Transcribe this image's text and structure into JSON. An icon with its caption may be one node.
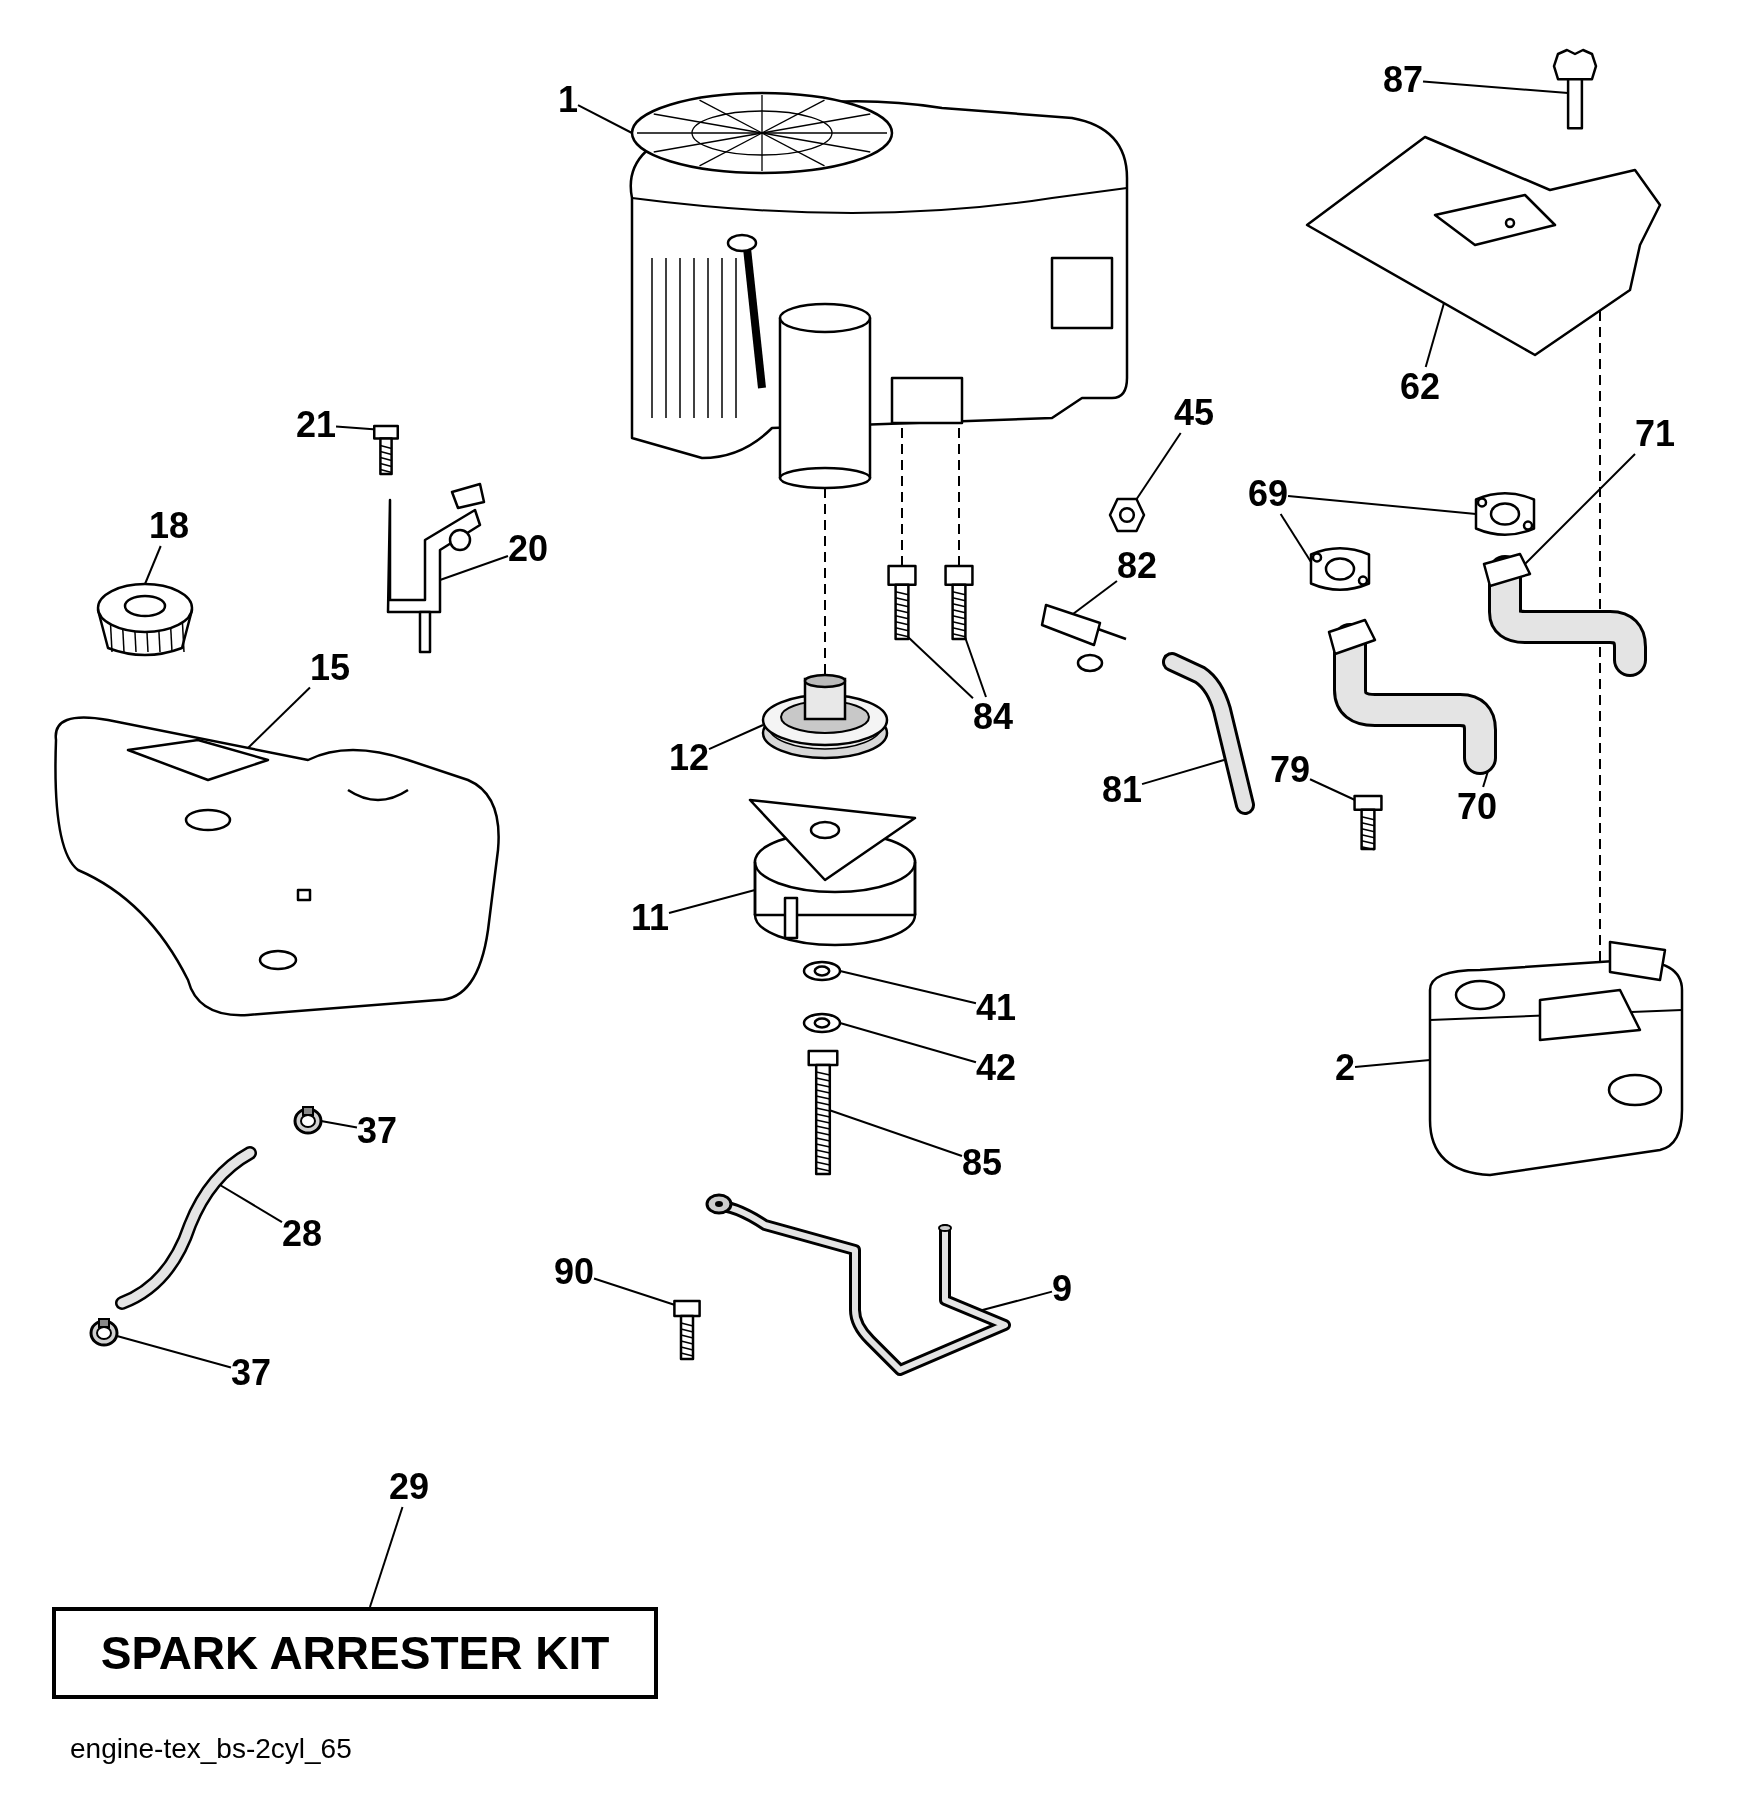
{
  "diagram": {
    "nodes": [
      {
        "text": [
          "87"
        ]
      },
      {
        "text": [],
        "shape": "picture"
      },
      {
        "text": [
          "1"
        ]
      },
      {
        "text": [],
        "shape": "picture"
      },
      {
        "text": [],
        "shape": "picture"
      },
      {
        "text": [
          "62"
        ]
      },
      {
        "text": [
          "45"
        ]
      },
      {
        "text": [],
        "shape": "picture"
      },
      {
        "text": [
          "71"
        ]
      },
      {
        "text": [
          "21"
        ]
      },
      {
        "text": [],
        "shape": "picture"
      },
      {
        "text": [
          "69"
        ]
      },
      {
        "text": [],
        "shape": "picture"
      },
      {
        "text": [],
        "shape": "picture"
      },
      {
        "text": [],
        "shape": "picture"
      },
      {
        "text": [
          "18"
        ]
      },
      {
        "text": [
          "20"
        ]
      },
      {
        "text": [],
        "shape": "picture"
      },
      {
        "text": [
          "82"
        ]
      },
      {
        "text": [],
        "shape": "picture"
      },
      {
        "text": [],
        "shape": "picture"
      },
      {
        "text": [],
        "shape": "picture"
      },
      {
        "text": [],
        "shape": "picture"
      },
      {
        "text": [],
        "shape": "picture"
      },
      {
        "text": [
          "84"
        ]
      },
      {
        "text": [],
        "shape": "picture"
      },
      {
        "text": [
          "12"
        ]
      },
      {
        "text": [
          "15"
        ]
      },
      {
        "text": [],
        "shape": "picture"
      },
      {
        "text": [],
        "shape": "picture"
      },
      {
        "text": [
          "81"
        ]
      },
      {
        "text": [
          "79"
        ]
      },
      {
        "text": [],
        "shape": "picture"
      },
      {
        "text": [
          "70"
        ]
      },
      {
        "text": [],
        "shape": "picture"
      },
      {
        "text": [
          "11"
        ]
      },
      {
        "text": [
          "41"
        ]
      },
      {
        "text": [],
        "shape": "picture"
      },
      {
        "text": [],
        "shape": "picture"
      },
      {
        "text": [
          "42"
        ]
      },
      {
        "text": [
          "2"
        ]
      },
      {
        "text": [],
        "shape": "picture"
      },
      {
        "text": [
          "37"
        ]
      },
      {
        "text": [],
        "shape": "picture"
      },
      {
        "text": [],
        "shape": "picture"
      },
      {
        "text": [],
        "shape": "picture"
      },
      {
        "text": [
          "85"
        ]
      },
      {
        "text": [
          "28"
        ]
      },
      {
        "text": [],
        "shape": "picture"
      },
      {
        "text": [
          "90"
        ]
      },
      {
        "text": [],
        "shape": "picture"
      },
      {
        "text": [
          "9"
        ]
      },
      {
        "text": [],
        "shape": "picture"
      },
      {
        "text": [
          "37"
        ]
      },
      {
        "text": [
          "29"
        ]
      },
      {
        "text": [
          "SPARK ARRESTER KIT"
        ]
      }
    ],
    "edges": [
      {
        "from": 0,
        "to": 1,
        "arrow": "none"
      },
      {
        "from": 2,
        "to": 3,
        "arrow": "none"
      },
      {
        "from": 5,
        "to": 4,
        "arrow": "none"
      },
      {
        "from": 6,
        "to": 7,
        "arrow": "none"
      },
      {
        "from": 8,
        "to": 14,
        "arrow": "none"
      },
      {
        "from": 9,
        "to": 10,
        "arrow": "none"
      },
      {
        "from": 11,
        "to": 12,
        "arrow": "none"
      },
      {
        "from": 11,
        "to": 13,
        "arrow": "none"
      },
      {
        "from": 15,
        "to": 20,
        "arrow": "none"
      },
      {
        "from": 16,
        "to": 17,
        "arrow": "none"
      },
      {
        "from": 18,
        "to": 19,
        "arrow": "none"
      },
      {
        "from": 24,
        "to": 21,
        "arrow": "none"
      },
      {
        "from": 24,
        "to": 22,
        "arrow": "none"
      },
      {
        "from": 26,
        "to": 25,
        "arrow": "none"
      },
      {
        "from": 27,
        "to": 28,
        "arrow": "none"
      },
      {
        "from": 30,
        "to": 29,
        "arrow": "none"
      },
      {
        "from": 31,
        "to": 32,
        "arrow": "none"
      },
      {
        "from": 33,
        "to": 23,
        "arrow": "none"
      },
      {
        "from": 35,
        "to": 34,
        "arrow": "none"
      },
      {
        "from": 36,
        "to": 37,
        "arrow": "none"
      },
      {
        "from": 39,
        "to": 38,
        "arrow": "none"
      },
      {
        "from": 40,
        "to": 41,
        "arrow": "none"
      },
      {
        "from": 42,
        "to": 43,
        "arrow": "none"
      },
      {
        "from": 46,
        "to": 45,
        "arrow": "none"
      },
      {
        "from": 47,
        "to": 44,
        "arrow": "none"
      },
      {
        "from": 49,
        "to": 50,
        "arrow": "none"
      },
      {
        "from": 51,
        "to": 48,
        "arrow": "none"
      },
      {
        "from": 53,
        "to": 52,
        "arrow": "none"
      },
      {
        "from": 54,
        "to": 55,
        "arrow": "none"
      },
      {
        "from": 3,
        "to": 25,
        "arrow": "none",
        "style": "dashed"
      },
      {
        "from": 21,
        "to": 3,
        "arrow": "none",
        "style": "dashed"
      },
      {
        "from": 22,
        "to": 3,
        "arrow": "none",
        "style": "dashed"
      },
      {
        "from": 4,
        "to": 41,
        "arrow": "none",
        "style": "dashed"
      }
    ],
    "labels": [
      "engine-tex_bs-2cyl_65"
    ]
  }
}
